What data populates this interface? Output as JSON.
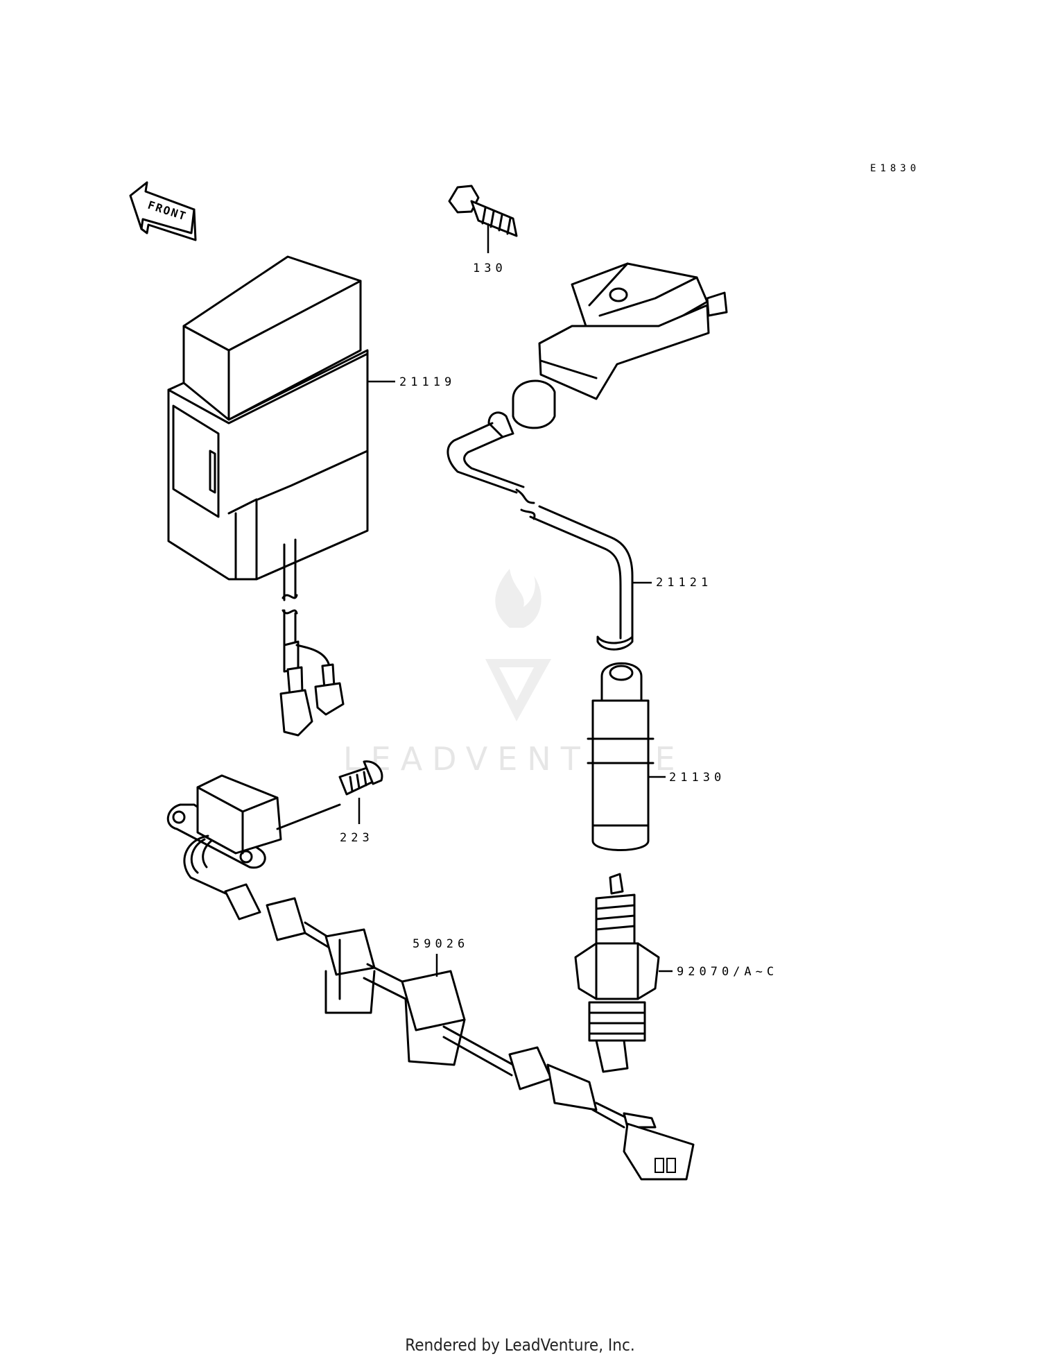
{
  "diagram_code": "E1830",
  "front_label": "FRONT",
  "watermark": {
    "text": "LEADVENTURE"
  },
  "parts": [
    {
      "id": "130"
    },
    {
      "id": "21119"
    },
    {
      "id": "21121"
    },
    {
      "id": "21130"
    },
    {
      "id": "223"
    },
    {
      "id": "59026"
    },
    {
      "id": "92070/A~C"
    }
  ],
  "footer": "Rendered by LeadVenture, Inc."
}
